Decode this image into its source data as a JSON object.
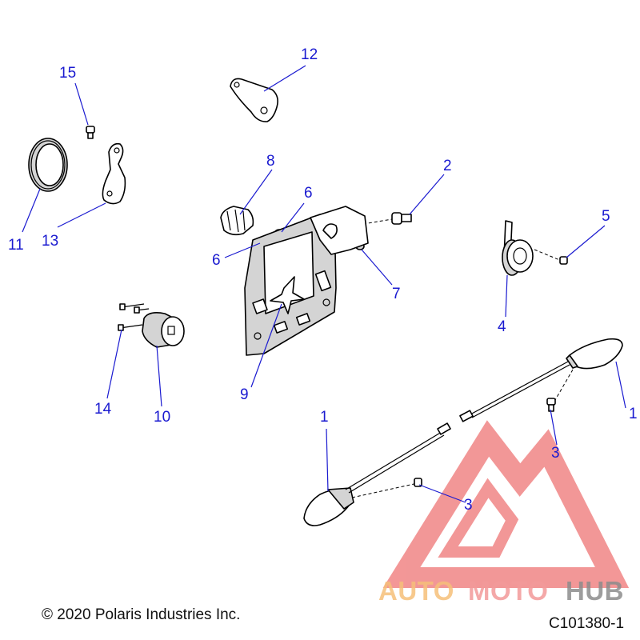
{
  "callouts": [
    {
      "id": "c1a",
      "label": "1"
    },
    {
      "id": "c1b",
      "label": "1"
    },
    {
      "id": "c2",
      "label": "2"
    },
    {
      "id": "c3a",
      "label": "3"
    },
    {
      "id": "c3b",
      "label": "3"
    },
    {
      "id": "c4",
      "label": "4"
    },
    {
      "id": "c5",
      "label": "5"
    },
    {
      "id": "c6a",
      "label": "6"
    },
    {
      "id": "c6b",
      "label": "6"
    },
    {
      "id": "c7",
      "label": "7"
    },
    {
      "id": "c8",
      "label": "8"
    },
    {
      "id": "c9",
      "label": "9"
    },
    {
      "id": "c10",
      "label": "10"
    },
    {
      "id": "c11",
      "label": "11"
    },
    {
      "id": "c12",
      "label": "12"
    },
    {
      "id": "c13",
      "label": "13"
    },
    {
      "id": "c14",
      "label": "14"
    },
    {
      "id": "c15",
      "label": "15"
    }
  ],
  "footer": {
    "copyright": "© 2020 Polaris Industries Inc.",
    "drawing_id": "C101380-1"
  },
  "watermark": {
    "part1": "AUTO",
    "part2": "MOTO",
    "part3": "HUB",
    "colors": {
      "auto": "#f6c07a",
      "moto": "#f39a9a",
      "hub": "#8c8c8c",
      "logo": "#ef7a7a"
    }
  },
  "colors": {
    "callout": "#1a1ad0",
    "line": "#000000"
  }
}
